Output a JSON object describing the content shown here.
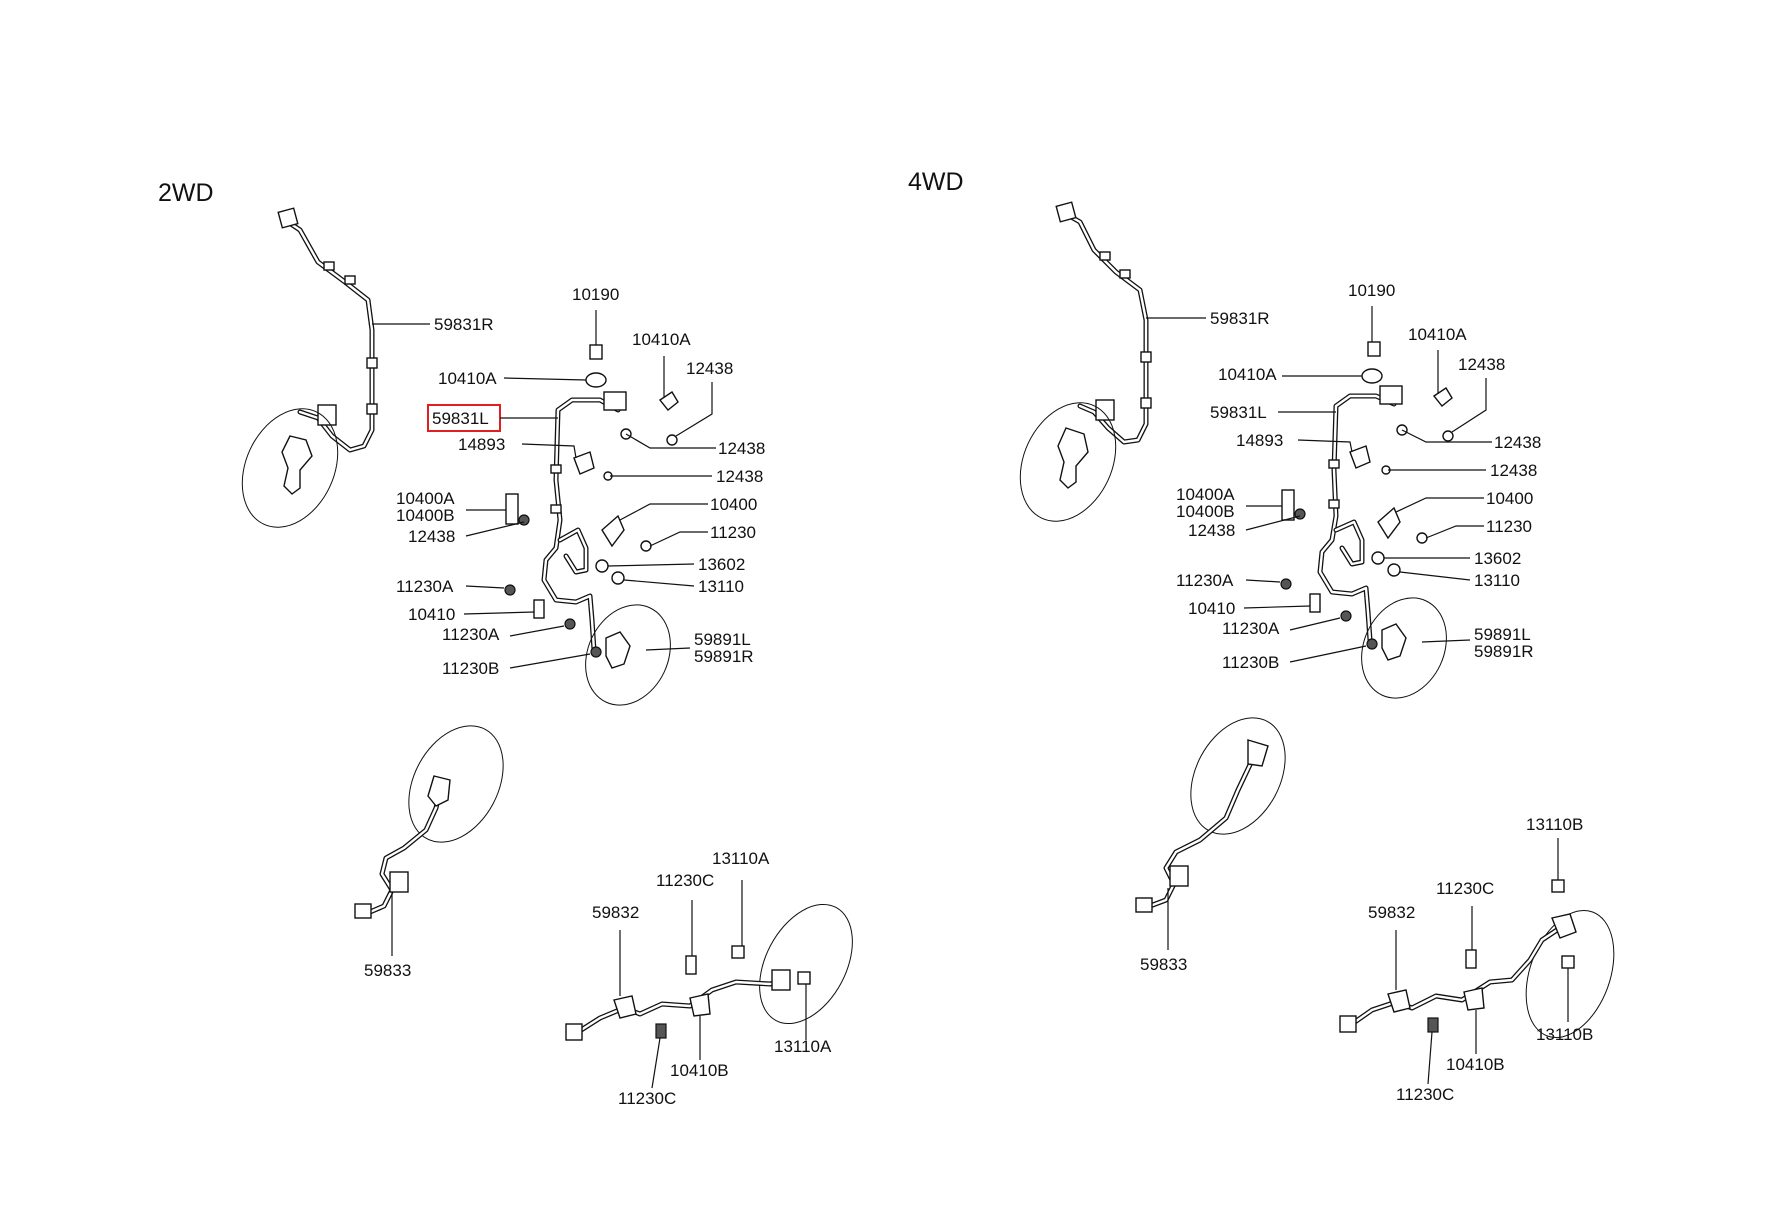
{
  "panels": {
    "left": {
      "title": "2WD",
      "labels": {
        "r59831R": "59831R",
        "r10190": "10190",
        "r10410A_a": "10410A",
        "r10410A_b": "10410A",
        "r12438_a": "12438",
        "r59831L": "59831L",
        "r14893": "14893",
        "r12438_b": "12438",
        "r12438_c": "12438",
        "r10400A": "10400A",
        "r10400B": "10400B",
        "r12438_d": "12438",
        "r10400": "10400",
        "r11230": "11230",
        "r13602": "13602",
        "r13110": "13110",
        "r11230A_a": "11230A",
        "r10410": "10410",
        "r11230A_b": "11230A",
        "r59891L": "59891L",
        "r59891R": "59891R",
        "r11230B": "11230B",
        "r59833": "59833",
        "r13110A_a": "13110A",
        "r11230C_a": "11230C",
        "r59832": "59832",
        "r13110A_b": "13110A",
        "r10410B": "10410B",
        "r11230C_b": "11230C"
      },
      "highlighted_part": "59831L"
    },
    "right": {
      "title": "4WD",
      "labels": {
        "r59831R": "59831R",
        "r10190": "10190",
        "r10410A_a": "10410A",
        "r12438_a": "12438",
        "r10410A_b": "10410A",
        "r59831L": "59831L",
        "r14893": "14893",
        "r12438_b": "12438",
        "r12438_c": "12438",
        "r10400A": "10400A",
        "r10400B": "10400B",
        "r12438_d": "12438",
        "r10400": "10400",
        "r11230": "11230",
        "r13602": "13602",
        "r13110": "13110",
        "r11230A_a": "11230A",
        "r10410": "10410",
        "r11230A_b": "11230A",
        "r59891L": "59891L",
        "r59891R": "59891R",
        "r11230B": "11230B",
        "r13110B_a": "13110B",
        "r11230C_a": "11230C",
        "r59832": "59832",
        "r59833": "59833",
        "r13110B_b": "13110B",
        "r10410B": "10410B",
        "r11230C_b": "11230C"
      }
    }
  },
  "colors": {
    "ink": "#111111",
    "highlight": "#e02020",
    "background": "#ffffff"
  }
}
